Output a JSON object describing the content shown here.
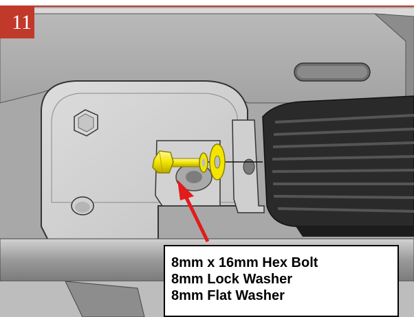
{
  "step": {
    "number": "11"
  },
  "callout": {
    "parts": [
      "8mm x 16mm Hex Bolt",
      "8mm Lock Washer",
      "8mm Flat Washer"
    ]
  },
  "colors": {
    "step_badge": "#c0392b",
    "hardware": "#f2e600",
    "arrow": "#e21b1b",
    "top_rule": "#c0392b"
  }
}
